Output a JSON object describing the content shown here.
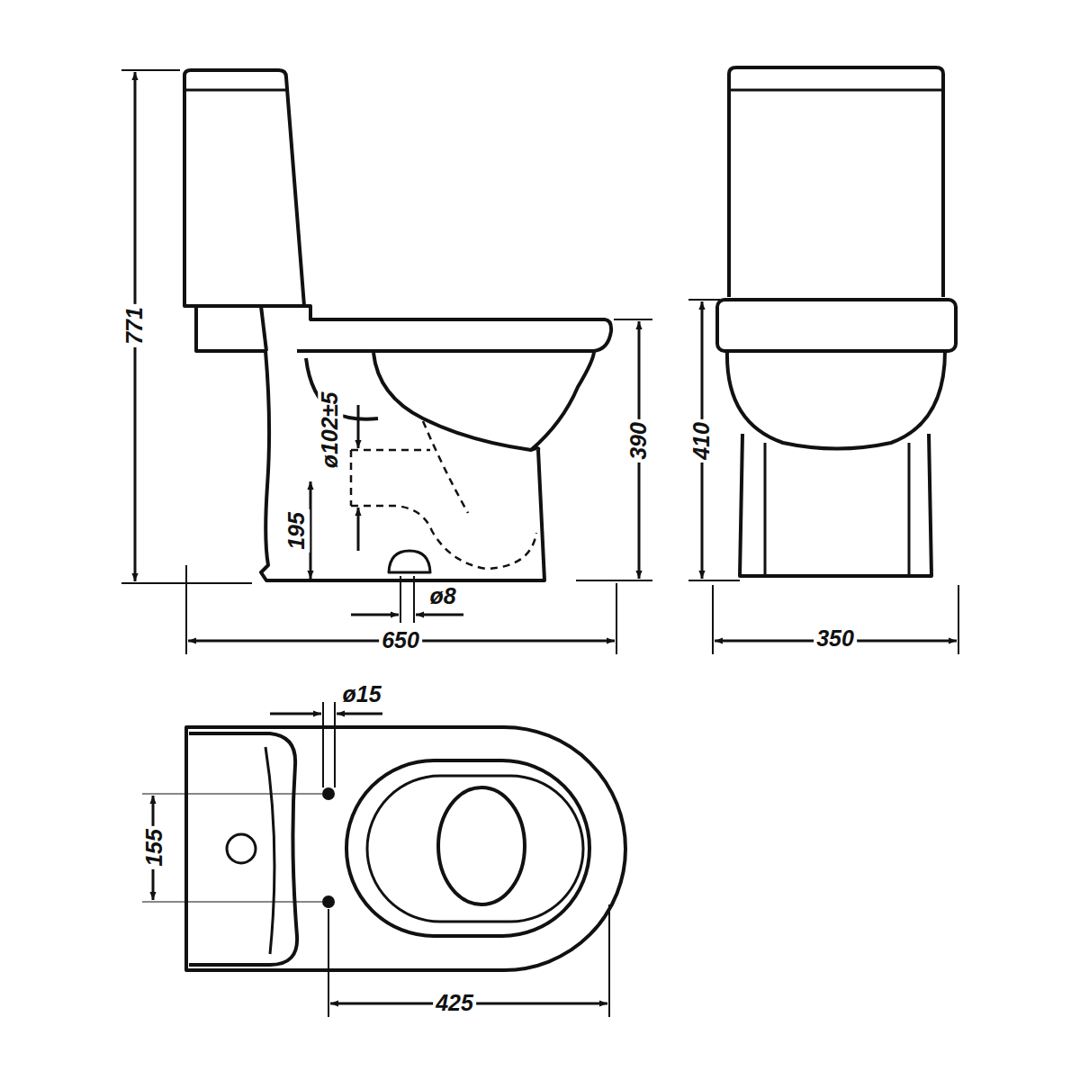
{
  "diagram": {
    "labels": [
      "771",
      "ø102±5",
      "195",
      "390",
      "410",
      "ø8",
      "650",
      "350",
      "ø15",
      "155",
      "425"
    ]
  }
}
